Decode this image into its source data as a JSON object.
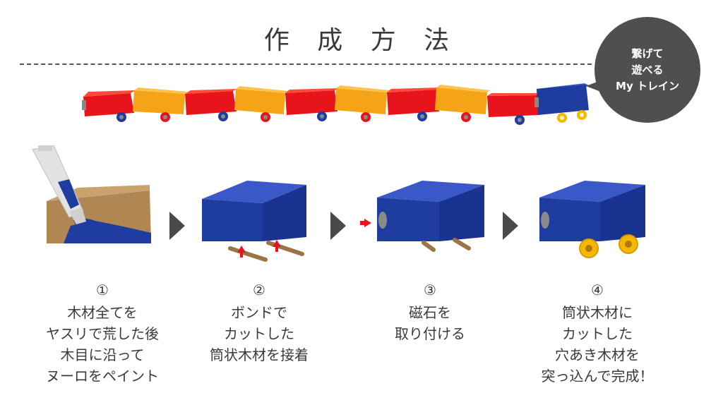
{
  "title": "作 成 方 法",
  "bubble": {
    "line1": "繋げて",
    "line2": "遊べる",
    "line3": "My トレイン"
  },
  "steps": [
    {
      "num": "①",
      "lines": [
        "木材全てを",
        "ヤスリで荒した後",
        "木目に沿って",
        "ヌーロをペイント"
      ]
    },
    {
      "num": "②",
      "lines": [
        "ボンドで",
        "カットした",
        "筒状木材を接着"
      ]
    },
    {
      "num": "③",
      "lines": [
        "磁石を",
        "取り付ける"
      ]
    },
    {
      "num": "④",
      "lines": [
        "筒状木材に",
        "カットした",
        "穴あき木材を",
        "突っ込んで完成！"
      ]
    }
  ],
  "colors": {
    "red": "#e8141c",
    "orange": "#f5a418",
    "blue": "#1f3ca0",
    "wood": "#b38a55",
    "arrow": "#4a4a4a"
  }
}
